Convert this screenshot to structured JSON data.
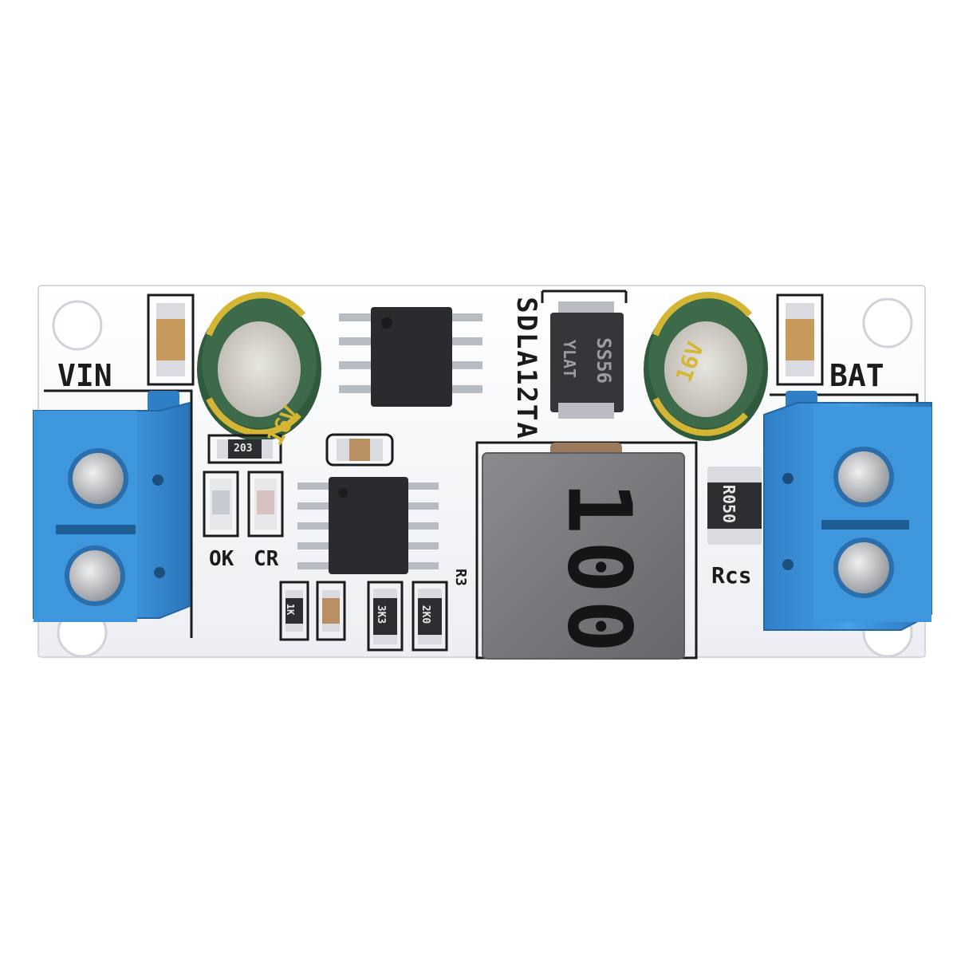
{
  "board": {
    "model_label": "SDLA12TA",
    "vin_label": "VIN",
    "bat_label": "BAT",
    "ok_label": "OK",
    "cr_label": "CR",
    "rcs_label": "Rcs",
    "r3_label": "R3",
    "inductor_code": "100",
    "resistor_rcs_code": "R050",
    "resistor_small_code": "203",
    "diode_code": "SS56",
    "diode_sub": "YLAT",
    "res_codes": [
      "1K",
      "",
      "3K3",
      "2K0"
    ],
    "cap_marking": "16V"
  },
  "colors": {
    "pcb": "#f4f5f8",
    "terminal_blue": "#3a8fd6",
    "capacitor_green": "#3d6b4a",
    "inductor_gray": "#76777b"
  }
}
